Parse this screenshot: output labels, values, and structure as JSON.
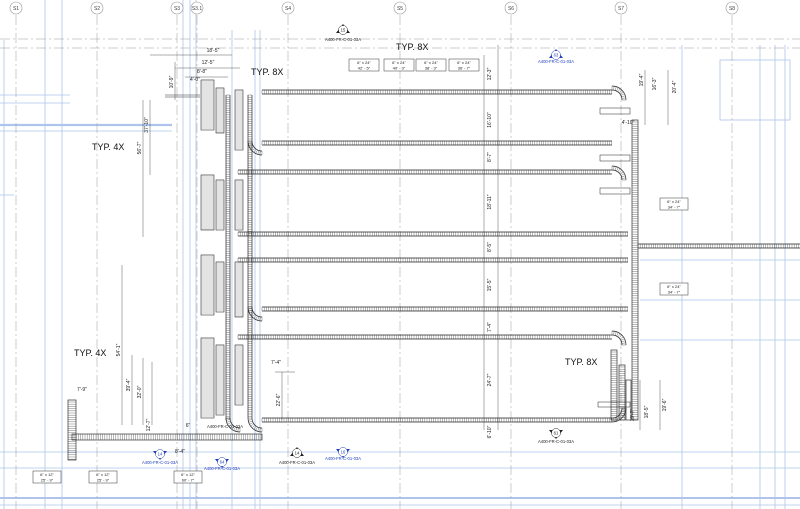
{
  "grid": {
    "labels": [
      "S1",
      "S2",
      "S3",
      "S3.1",
      "S4",
      "S5",
      "S6",
      "S7",
      "S8"
    ]
  },
  "notes": {
    "typ_8x_top": "TYP. 8X",
    "typ_8x_left": "TYP. 8X",
    "typ_4x_upper": "TYP. 4X",
    "typ_4x_lower": "TYP. 4X",
    "typ_8x_right": "TYP. 8X"
  },
  "callouts": {
    "sec_15": {
      "num": "15",
      "ref": "A400-FR-C-01-03A"
    },
    "sec_63": {
      "num": "63",
      "ref": "A400-FR-C-01-03A"
    },
    "sec_14a": {
      "num": "14",
      "ref": "A400-FR-C-01-03A"
    },
    "sec_64": {
      "num": "64",
      "ref": "A400-FR-C-01-03A"
    },
    "sec_14b": {
      "num": "14",
      "ref": "A400-FR-C-01-03A"
    },
    "sec_16": {
      "num": "16",
      "ref": "A400-FR-C-01-03A"
    },
    "sec_61": {
      "num": "61",
      "ref": "A400-FR-C-01-03A"
    },
    "ref_mid": "A400-FR-C-01-03A"
  },
  "tags": {
    "top": [
      {
        "size": "6\" x 24\"",
        "elev": "42' - 5\""
      },
      {
        "size": "6\" x 24\"",
        "elev": "40' - 3\""
      },
      {
        "size": "6\" x 24\"",
        "elev": "38' - 3\""
      },
      {
        "size": "6\" x 24\"",
        "elev": "36' - 7\""
      }
    ],
    "right_upper": {
      "size": "6\" x 24\"",
      "elev": "34' - 7\""
    },
    "right_lower": {
      "size": "6\" x 24\"",
      "elev": "34' - 7\""
    },
    "bottom": [
      {
        "size": "6\" x 12\"",
        "elev": "25' - 9\""
      },
      {
        "size": "6\" x 12\"",
        "elev": "25' - 9\""
      },
      {
        "size": "6\" x 12\"",
        "elev": "60' - 7\""
      }
    ]
  },
  "dims": {
    "top_span": "18'-5\"",
    "d_12_5": "12'-5\"",
    "d_8_8": "8'-8\"",
    "d_4_0": "4'-0\"",
    "d_10_9": "10'-9\"",
    "d_37_10": "37'-10\"",
    "d_56_7": "56'-7\"",
    "r_12_3": "12'-3\"",
    "r_16_10": "16'-10\"",
    "r_8_7": "8'-7\"",
    "r_18_11": "18'-11\"",
    "r_8_5": "8'-5\"",
    "r_15_5": "15'-5\"",
    "r_7_4": "7'-4\"",
    "r_24_7": "24'-7\"",
    "r_6_10": "6'-10\"",
    "e_19_4": "19'-4\"",
    "e_16_3": "16'-3\"",
    "e_20_4": "20'-4\"",
    "e_4_10": "4'-10\"",
    "e_19_7": "19'-7\"",
    "e_18_5": "18'-5\"",
    "e_19_6": "19'-6\"",
    "l_54_1": "54'-1\"",
    "l_39_4": "39'-4\"",
    "l_32_0": "32'-0\"",
    "l_12_7": "12'-7\"",
    "l_7_9": "7'-9\"",
    "l_8_4": "8'-4\"",
    "l_6": "6\"",
    "l_7_4b": "7'-4\"",
    "l_22_6": "22'-6\""
  }
}
